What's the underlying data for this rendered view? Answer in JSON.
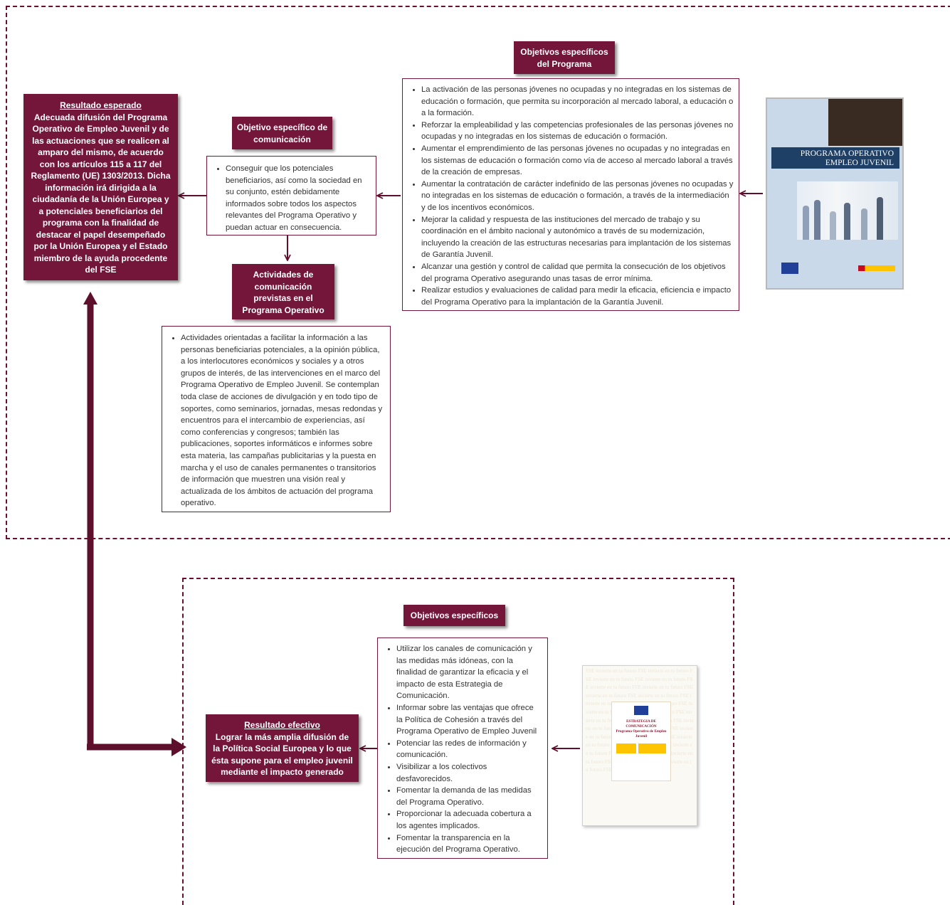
{
  "resultado_esperado": {
    "title": "Resultado esperado",
    "body": "Adecuada difusión del Programa Operativo de Empleo Juvenil y de las actuaciones que se realicen al amparo del mismo, de acuerdo con los artículos 115 a 117 del Reglamento (UE) 1303/2013. Dicha información irá dirigida a la ciudadanía de la Unión Europea y a potenciales beneficiarios del programa con la finalidad de destacar el papel desempeñado por la Unión Europea y el Estado miembro de la ayuda procedente del FSE"
  },
  "objetivo_comunicacion": {
    "title": "Objetivo específico de comunicación",
    "items": [
      "Conseguir que los potenciales beneficiarios, así como la sociedad en su conjunto, estén debidamente informados sobre todos los aspectos relevantes del Programa Operativo y puedan actuar en consecuencia."
    ]
  },
  "objetivos_programa": {
    "title": "Objetivos específicos del Programa",
    "items": [
      "La activación de las personas jóvenes no ocupadas y no integradas en los sistemas de educación o formación, que permita su incorporación al mercado laboral, a educación o a la formación.",
      "Reforzar la empleabilidad y las competencias profesionales de las personas jóvenes no ocupadas y no integradas en los sistemas de educación o formación.",
      "Aumentar el emprendimiento de las personas jóvenes no ocupadas y no integradas en los sistemas de educación o formación como vía de acceso al mercado laboral a través de la creación de empresas.",
      "Aumentar la contratación de carácter indefinido de las personas jóvenes no ocupadas y no integradas en los sistemas de educación o formación, a través de la intermediación y de los incentivos económicos.",
      "Mejorar la calidad y respuesta de las instituciones del mercado de trabajo y su coordinación en el ámbito nacional y autonómico a través de su modernización, incluyendo la creación de las estructuras necesarias para implantación de los sistemas de Garantía Juvenil.",
      "Alcanzar una gestión y control de calidad que permita la consecución de los objetivos del programa Operativo asegurando unas tasas de error mínima.",
      "Realizar estudios y evaluaciones de calidad para medir la eficacia, eficiencia e impacto del Programa Operativo para la implantación de la Garantía Juvenil."
    ]
  },
  "actividades": {
    "title": "Actividades de comunicación previstas en el Programa Operativo",
    "items": [
      "Actividades orientadas a facilitar la información a las personas beneficiarias potenciales, a la opinión pública, a los interlocutores económicos y sociales y a otros grupos de interés, de las intervenciones en el marco del Programa Operativo de Empleo Juvenil. Se contemplan toda clase de acciones de divulgación y en todo tipo de soportes, como seminarios, jornadas, mesas redondas y encuentros para el intercambio de experiencias, así como conferencias y congresos; también las publicaciones, soportes informáticos e informes sobre esta materia, las campañas publicitarias y la puesta en marcha y el uso de canales permanentes o transitorios de información que muestren una visión real y actualizada de los ámbitos de actuación del programa operativo."
    ]
  },
  "cover_programa": {
    "title_line1": "PROGRAMA OPERATIVO",
    "title_line2": "EMPLEO JUVENIL"
  },
  "objetivos_especificos": {
    "title": "Objetivos específicos",
    "items": [
      "Utilizar los canales de comunicación y las medidas más idóneas, con la finalidad de garantizar la eficacia y el impacto de esta Estrategia de Comunicación.",
      "Informar sobre las ventajas que ofrece la Política de Cohesión a través del Programa Operativo de Empleo Juvenil",
      "Potenciar las redes de información y comunicación.",
      "Visibilizar a los colectivos desfavorecidos.",
      "Fomentar la demanda de las medidas del Programa Operativo.",
      "Proporcionar la adecuada cobertura a los agentes implicados.",
      "Fomentar la transparencia en la ejecución del Programa Operativo."
    ]
  },
  "resultado_efectivo": {
    "title": "Resultado efectivo",
    "body": "Lograr la más amplia difusión de la Política Social Europea y lo que ésta supone para el empleo juvenil mediante el impacto generado"
  },
  "cover_estrategia": {
    "title_line1": "ESTRATEGIA DE COMUNICACIÓN",
    "title_line2": "Programa Operativo de Empleo Juvenil"
  },
  "colors": {
    "accent": "#74153a",
    "arrow": "#5e0f2c"
  }
}
